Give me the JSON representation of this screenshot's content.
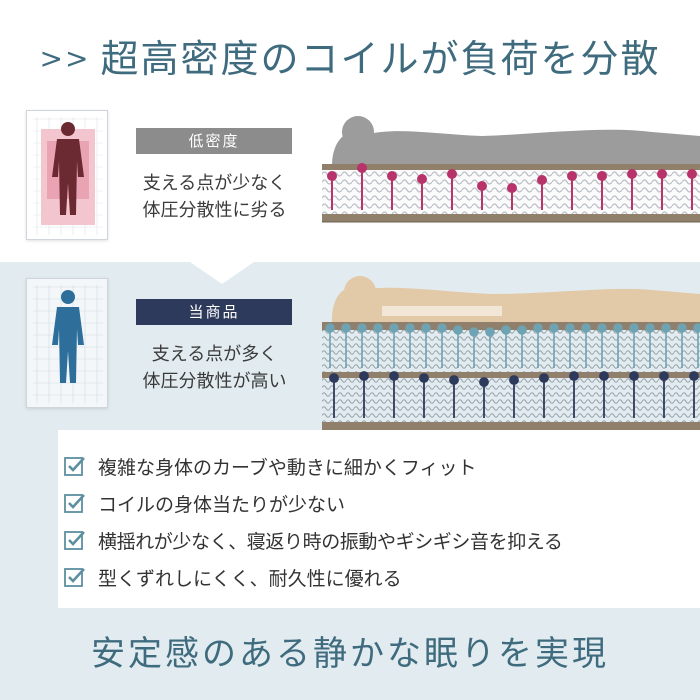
{
  "title": {
    "prefix": ">>",
    "text": "超高密度のコイルが負荷を分散"
  },
  "low_density": {
    "tag": "低密度",
    "desc_line1": "支える点が少なく",
    "desc_line2": "体圧分散性に劣る"
  },
  "this_product": {
    "tag": "当商品",
    "desc_line1": "支える点が多く",
    "desc_line2": "体圧分散性が高い"
  },
  "features": [
    "複雑な身体のカーブや動きに細かくフィット",
    "コイルの身体当たりが少ない",
    "横揺れが少なく、寝返り時の振動やギシギシ音を抑える",
    "型くずれしにくく、耐久性に優れる"
  ],
  "bottom_text": "安定感のある静かな眠りを実現",
  "colors": {
    "title": "#3f6b7e",
    "low_tag": "#8c8c8c",
    "high_tag": "#2e3a5c",
    "low_accent": "#b8336a",
    "high_accent": "#2e3a5c",
    "high_top": "#6fa3b3",
    "check": "#5d8fa0"
  },
  "icons": [
    "body-pressure-low-icon",
    "body-pressure-high-icon",
    "checkbox-check-icon"
  ]
}
